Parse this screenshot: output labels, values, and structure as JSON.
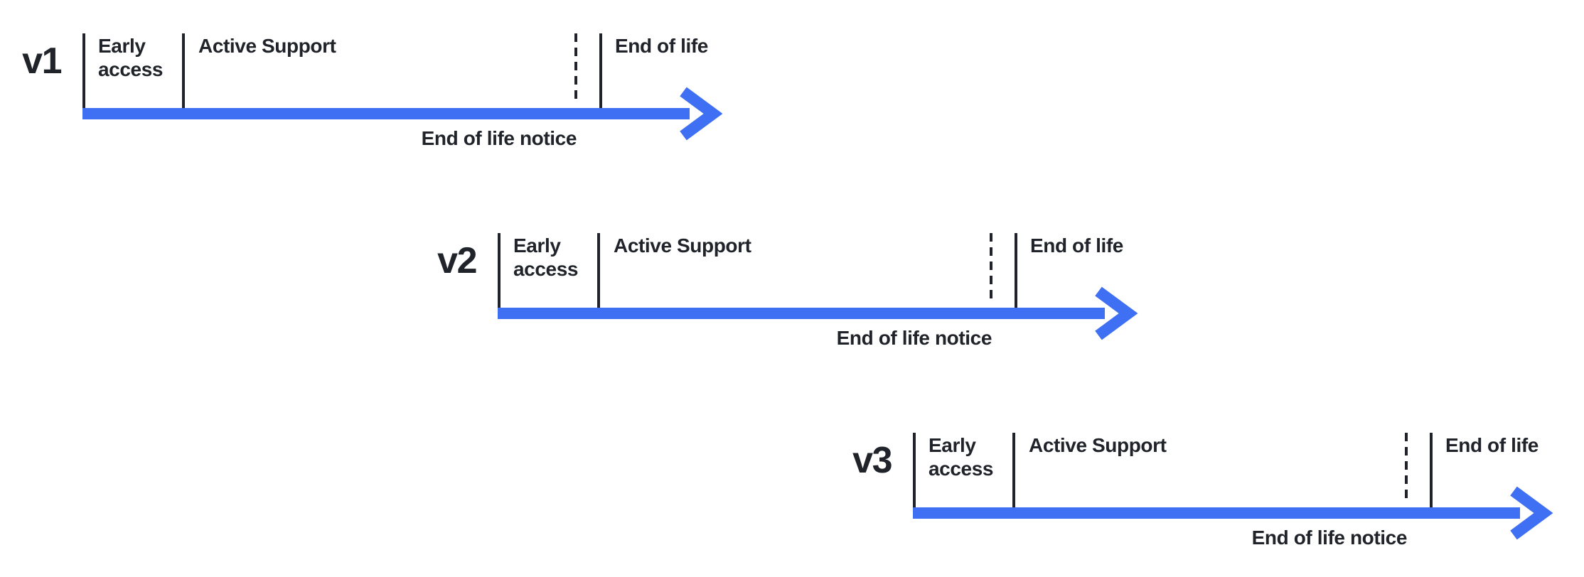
{
  "diagram": {
    "description": "Staggered version support lifecycle timelines",
    "colors": {
      "arrow_blue": "#3F6FF2",
      "ink": "#20242A",
      "background": "#FFFFFF"
    },
    "timelines": [
      {
        "version": "v1",
        "phases": {
          "early_access": "Early access",
          "active_support": "Active Support",
          "end_of_life": "End of life"
        },
        "notice": "End of life notice"
      },
      {
        "version": "v2",
        "phases": {
          "early_access": "Early access",
          "active_support": "Active Support",
          "end_of_life": "End of life"
        },
        "notice": "End of life notice"
      },
      {
        "version": "v3",
        "phases": {
          "early_access": "Early access",
          "active_support": "Active Support",
          "end_of_life": "End of life"
        },
        "notice": "End of life notice"
      }
    ]
  }
}
